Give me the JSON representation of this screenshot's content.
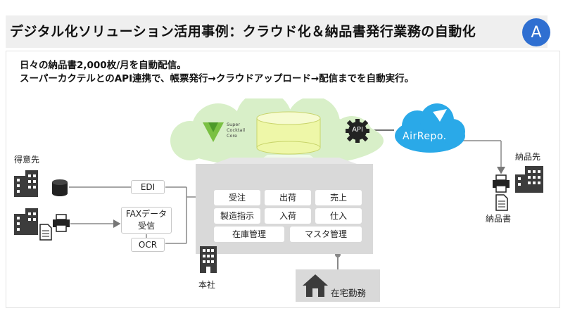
{
  "header": {
    "title": "デジタル化ソリューション活用事例：クラウド化＆納品書発行業務の自動化",
    "badge": "A",
    "accent_color": "#2f6fd1"
  },
  "intro": {
    "line1": "日々の納品書2,000枚/月を自動配信。",
    "line2": "スーパーカクテルとのAPI連携で、帳票発行→クラウドアップロード→配信までを自動実行。"
  },
  "cloud": {
    "logo_text": [
      "Super",
      "Cocktail",
      "Core"
    ],
    "api_label": "API",
    "airrepo_label": "AirRepo."
  },
  "left": {
    "customer_label": "得意先",
    "edi_label": "EDI",
    "fax_label_line1": "FAXデータ",
    "fax_label_line2": "受信",
    "ocr_label": "OCR"
  },
  "modules": {
    "row1": [
      "受注",
      "出荷",
      "売上"
    ],
    "row2": [
      "製造指示",
      "入荷",
      "仕入"
    ],
    "row3": [
      "在庫管理",
      "マスタ管理"
    ]
  },
  "hq_label": "本社",
  "home_label": "在宅勤務",
  "right": {
    "destination_label": "納品先",
    "document_label": "納品書"
  },
  "colors": {
    "cloud_green": "#d8efc8",
    "cylinder": "#eef7a8",
    "airrepo_blue": "#2aa9e8",
    "icon_dark": "#3c3c3c",
    "hq_gray": "#d9d9d9"
  }
}
